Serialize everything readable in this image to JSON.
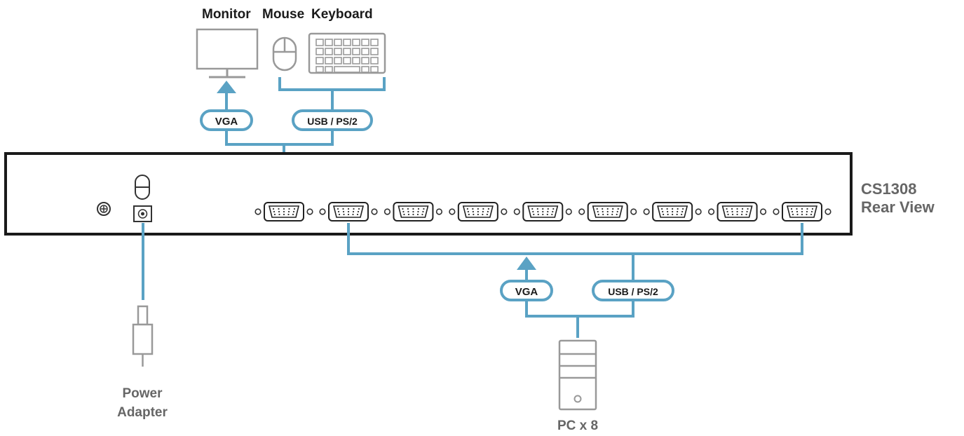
{
  "labels": {
    "monitor": "Monitor",
    "mouse": "Mouse",
    "keyboard": "Keyboard",
    "model": "CS1308",
    "view": "Rear View",
    "power_line1": "Power",
    "power_line2": "Adapter",
    "pc": "PC x 8"
  },
  "top_connectors": {
    "vga": "VGA",
    "usb": "USB / PS/2"
  },
  "bottom_connectors": {
    "vga": "VGA",
    "usb": "USB / PS/2"
  },
  "pc_port_count": 8,
  "icons": [
    "monitor-icon",
    "mouse-icon",
    "keyboard-icon",
    "power-adapter-icon",
    "pc-tower-icon",
    "vga-port-icon",
    "ground-screw-icon",
    "power-jack-icon",
    "power-switch-icon"
  ],
  "colors": {
    "cable": "#5aa2c4",
    "device_outline": "#999999",
    "chassis": "#1a1a1a",
    "label_dark": "#1a1a1a",
    "label_gray": "#666666"
  }
}
